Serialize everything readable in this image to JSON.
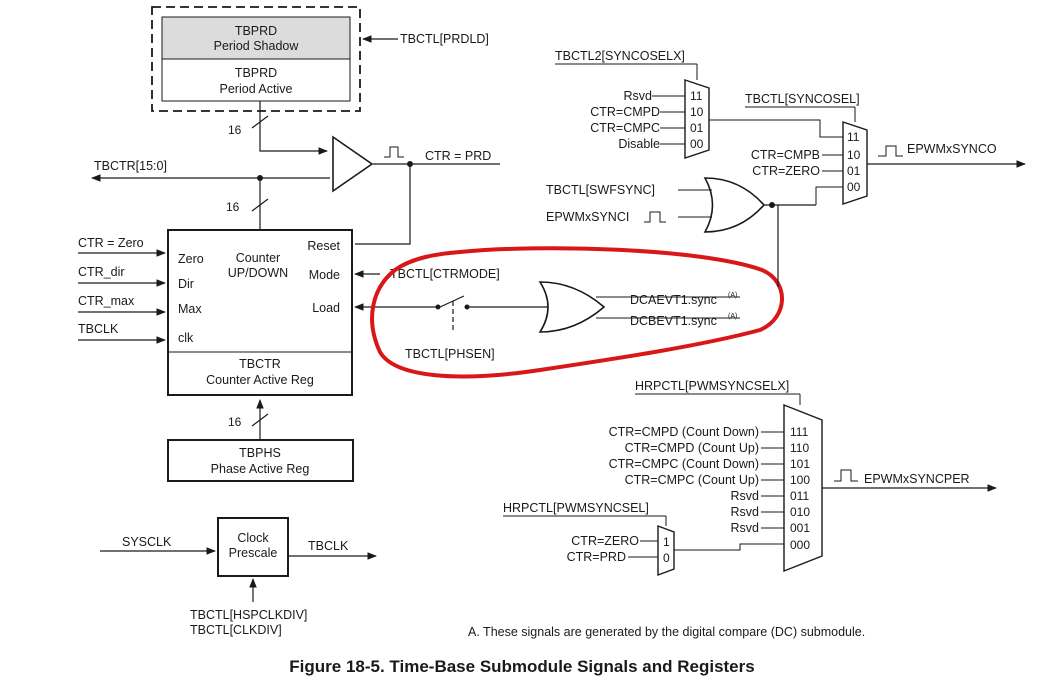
{
  "tbprd_shadow": {
    "title": "TBPRD",
    "sub": "Period Shadow"
  },
  "tbprd_active": {
    "title": "TBPRD",
    "sub": "Period Active"
  },
  "tbctl_prdld": "TBCTL[PRDLD]",
  "bus_width": "16",
  "tbctr_bus": "TBCTR[15:0]",
  "ctr_prd": "CTR = PRD",
  "counter": {
    "title": "Counter",
    "title2": "UP/DOWN",
    "inputs": [
      "Zero",
      "Dir",
      "Max",
      "clk"
    ],
    "outputs": [
      "Reset",
      "Mode",
      "Load"
    ],
    "reg_title": "TBCTR",
    "reg_sub": "Counter Active Reg"
  },
  "counter_inputs": [
    "CTR = Zero",
    "CTR_dir",
    "CTR_max",
    "TBCLK"
  ],
  "tbctl_ctrmode": "TBCTL[CTRMODE]",
  "tbctl_phsen": "TBCTL[PHSEN]",
  "dc_signals": [
    "DCAEVT1.sync",
    "DCBEVT1.sync"
  ],
  "dc_sup": "(A)",
  "tbphs": {
    "title": "TBPHS",
    "sub": "Phase Active Reg"
  },
  "clock": {
    "title": "Clock",
    "title2": "Prescale",
    "in": "SYSCLK",
    "out": "TBCLK",
    "cfg1": "TBCTL[HSPCLKDIV]",
    "cfg2": "TBCTL[CLKDIV]"
  },
  "syncoselx": {
    "label": "TBCTL2[SYNCOSELX]",
    "inputs": [
      "Rsvd",
      "CTR=CMPD",
      "CTR=CMPC",
      "Disable"
    ],
    "codes": [
      "11",
      "10",
      "01",
      "00"
    ]
  },
  "syncosel": {
    "label": "TBCTL[SYNCOSEL]",
    "inputs": [
      "CTR=CMPB",
      "CTR=ZERO"
    ],
    "codes": [
      "11",
      "10",
      "01",
      "00"
    ],
    "output": "EPWMxSYNCO"
  },
  "swfsync": "TBCTL[SWFSYNC]",
  "synci": "EPWMxSYNCI",
  "pwmsyncselx": {
    "label": "HRPCTL[PWMSYNCSELX]",
    "inputs": [
      "CTR=CMPD (Count Down)",
      "CTR=CMPD (Count Up)",
      "CTR=CMPC (Count Down)",
      "CTR=CMPC (Count Up)",
      "Rsvd",
      "Rsvd",
      "Rsvd"
    ],
    "codes": [
      "111",
      "110",
      "101",
      "100",
      "011",
      "010",
      "001",
      "000"
    ],
    "output": "EPWMxSYNCPER"
  },
  "pwmsyncsel": {
    "label": "HRPCTL[PWMSYNCSEL]",
    "inputs": [
      "CTR=ZERO",
      "CTR=PRD"
    ],
    "codes": [
      "1",
      "0"
    ]
  },
  "footnote": "A.  These signals are generated by the digital compare (DC) submodule.",
  "caption": "Figure 18-5. Time-Base Submodule Signals and Registers"
}
